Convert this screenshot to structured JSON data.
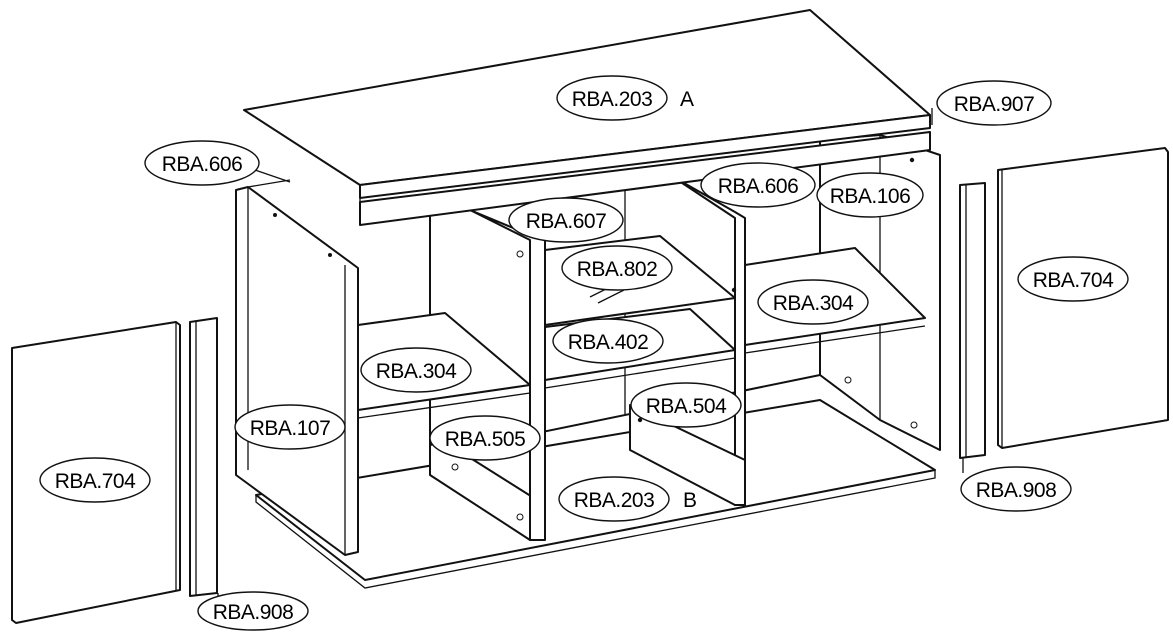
{
  "labels": {
    "top_panel": "RBA.203",
    "top_panel_suffix": "A",
    "top_front_rail": "RBA.907",
    "left_back_edge": "RBA.606",
    "right_back_edge": "RBA.606",
    "center_back_shelf": "RBA.607",
    "glass_shelf": "RBA.802",
    "right_inner_side": "RBA.106",
    "right_shelf": "RBA.304",
    "left_shelf": "RBA.304",
    "center_shelf": "RBA.402",
    "right_partition": "RBA.504",
    "left_partition": "RBA.505",
    "left_side_panel": "RBA.107",
    "bottom_panel": "RBA.203",
    "bottom_panel_suffix": "B",
    "left_door": "RBA.704",
    "right_door": "RBA.704",
    "left_strip": "RBA.908",
    "right_strip": "RBA.908"
  }
}
